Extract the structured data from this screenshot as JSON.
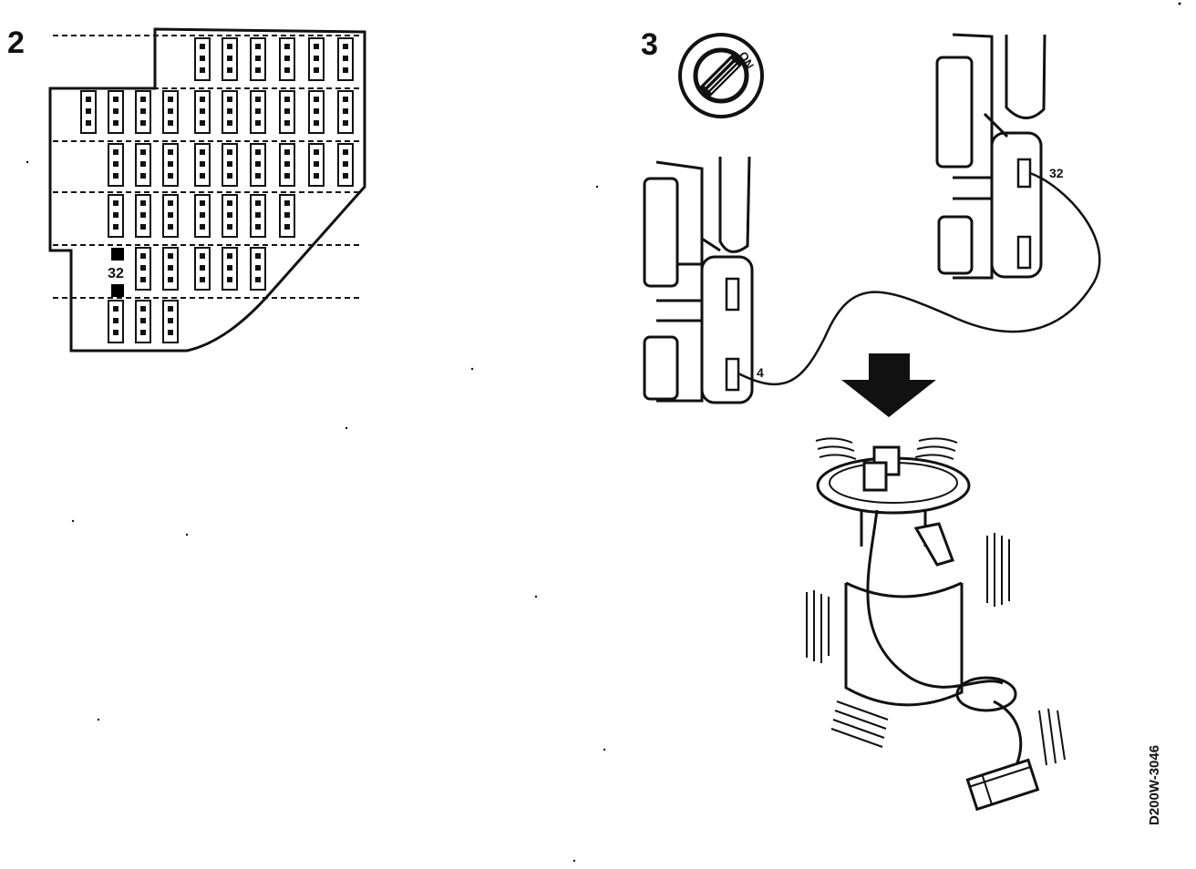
{
  "steps": {
    "step2": "2",
    "step3": "3"
  },
  "fuse_box": {
    "highlight_label": "32"
  },
  "ignition": {
    "label": "ON"
  },
  "connectors": {
    "pin_a": "4",
    "pin_b": "32"
  },
  "figure_code": "D200W-3046",
  "colors": {
    "ink": "#111111",
    "paper": "#ffffff",
    "highlight": "#000000"
  },
  "icons": [
    "ignition-key-icon",
    "down-arrow-icon",
    "fuel-pump-icon",
    "vibration-lines-icon"
  ]
}
